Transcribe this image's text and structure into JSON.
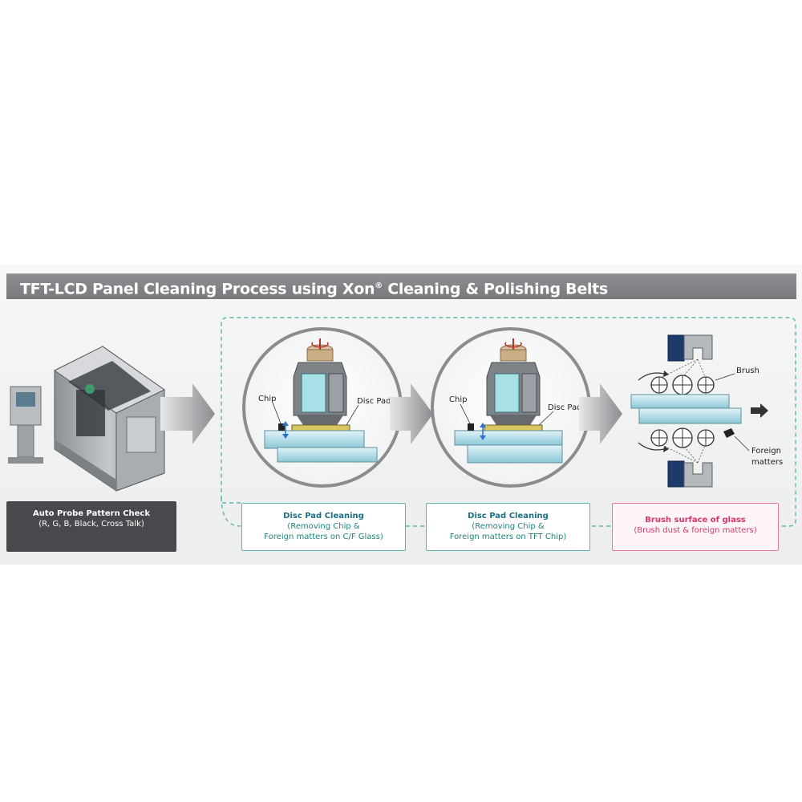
{
  "header": {
    "title": "TFT-LCD Panel Cleaning Process using Xon",
    "title_mark": "®",
    "title_suffix": " Cleaning & Polishing Belts"
  },
  "steps": [
    {
      "title": "Auto Probe Pattern Check",
      "subtitle": "(R, G, B, Black, Cross Talk)"
    },
    {
      "title": "Disc Pad Cleaning",
      "subtitle_line1": "(Removing Chip &",
      "subtitle_line2": "Foreign matters on C/F Glass)",
      "labels": {
        "chip": "Chip",
        "disc_pad": "Disc Pad"
      }
    },
    {
      "title": "Disc Pad Cleaning",
      "subtitle_line1": "(Removing Chip &",
      "subtitle_line2": "Foreign matters on TFT Chip)",
      "labels": {
        "chip": "Chip",
        "disc_pad": "Disc Pad"
      }
    },
    {
      "title": "Brush surface of glass",
      "subtitle": "(Brush dust & foreign matters)",
      "labels": {
        "brush": "Brush",
        "foreign_line1": "Foreign",
        "foreign_line2": "matters"
      }
    }
  ],
  "colors": {
    "title_bar": "#808285",
    "teal_border": "#5bb4ae",
    "teal_text": "#1f7f79",
    "pink_border": "#e47b9c",
    "pink_text": "#d6366b",
    "dark_box": "#48494c",
    "glass": "#bfe3ec",
    "navy": "#1c3a6b",
    "dashed": "#5fb3ad"
  }
}
